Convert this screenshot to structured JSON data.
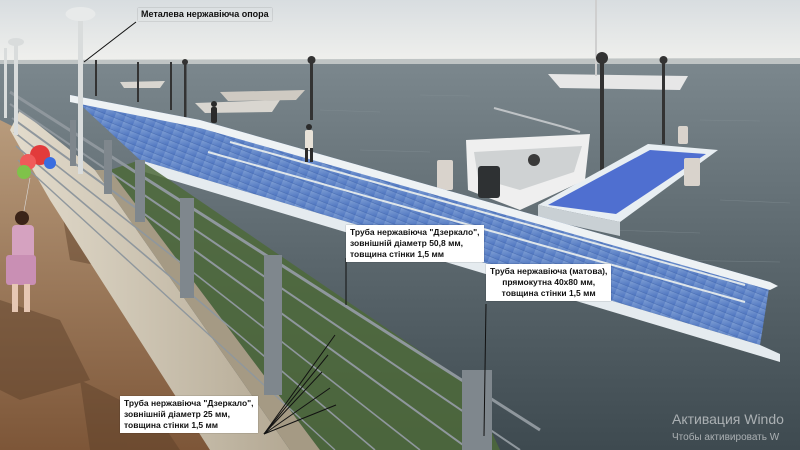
{
  "labels": {
    "support": "Металева нержавіюча опора",
    "mirror50": {
      "line1": "Труба нержавіюча \"Дзеркало\",",
      "line2": "зовнішній діаметр 50,8 мм,",
      "line3": "товщина стінки 1,5 мм"
    },
    "matte": {
      "line1": "Труба нержавіюча (матова),",
      "line2": "прямокутна 40х80 мм,",
      "line3": "товщина стінки 1,5 мм"
    },
    "mirror25": {
      "line1": "Труба нержавіюча \"Дзеркало\",",
      "line2": "зовнішній діаметр 25 мм,",
      "line3": "товщина стінки 1,5 мм"
    }
  },
  "watermark": {
    "title": "Активация Windo",
    "subtitle": "Чтобы активировать W"
  },
  "colors": {
    "sky": "#e9ecee",
    "water": "#56666f",
    "deck": "#5a82c8",
    "deck_edge": "#e8eef2",
    "promenade": "#9a6f4c",
    "wall": "#cfc6b4",
    "railing": "#8d949a",
    "grass": "#4f6a3a"
  }
}
